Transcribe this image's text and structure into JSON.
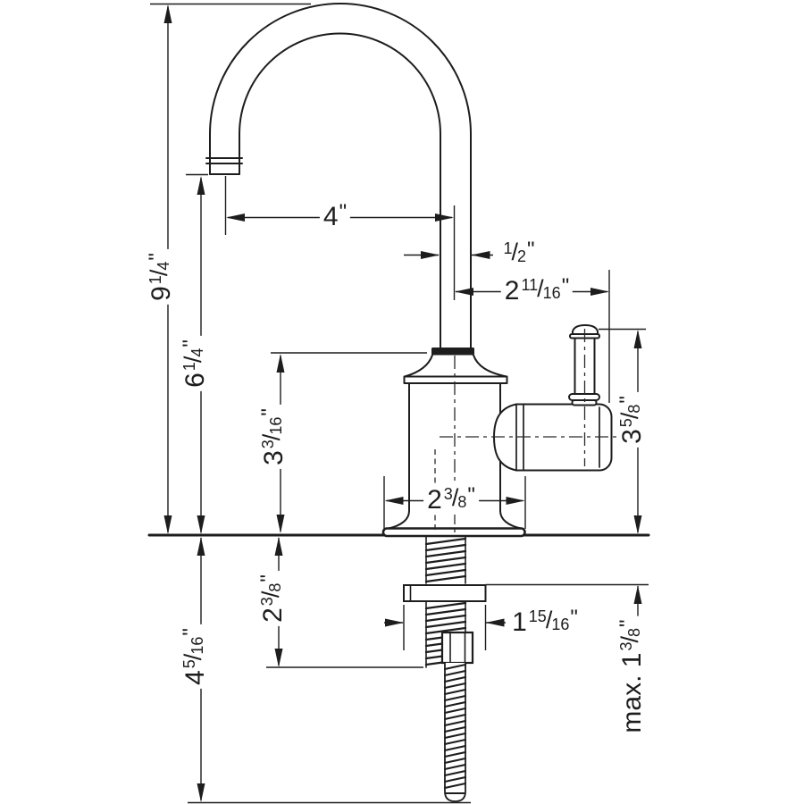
{
  "drawing": {
    "type": "faucet-installation-dimension-diagram",
    "line_color": "#1d1d1d",
    "background_color": "#ffffff"
  },
  "dims": {
    "reach4": {
      "whole": "4",
      "unit": "\""
    },
    "half": {
      "num": "1",
      "slash": "/",
      "den": "2",
      "unit": "\""
    },
    "off21116": {
      "whole": "2",
      "num": "11",
      "slash": "/",
      "den": "16",
      "unit": "\""
    },
    "h914": {
      "whole": "9",
      "num": "1",
      "slash": "/",
      "den": "4",
      "unit": "\""
    },
    "h614": {
      "whole": "6",
      "num": "1",
      "slash": "/",
      "den": "4",
      "unit": "\""
    },
    "h3316": {
      "whole": "3",
      "num": "3",
      "slash": "/",
      "den": "16",
      "unit": "\""
    },
    "h358": {
      "whole": "3",
      "num": "5",
      "slash": "/",
      "den": "8",
      "unit": "\""
    },
    "base238": {
      "whole": "2",
      "num": "3",
      "slash": "/",
      "den": "8",
      "unit": "\""
    },
    "shank238": {
      "whole": "2",
      "num": "3",
      "slash": "/",
      "den": "8",
      "unit": "\""
    },
    "below4516": {
      "whole": "4",
      "num": "5",
      "slash": "/",
      "den": "16",
      "unit": "\""
    },
    "plate11516": {
      "whole": "1",
      "num": "15",
      "slash": "/",
      "den": "16",
      "unit": "\""
    },
    "deck138": {
      "prefix": "max. ",
      "whole": "1",
      "num": "3",
      "slash": "/",
      "den": "8",
      "unit": "\""
    }
  }
}
